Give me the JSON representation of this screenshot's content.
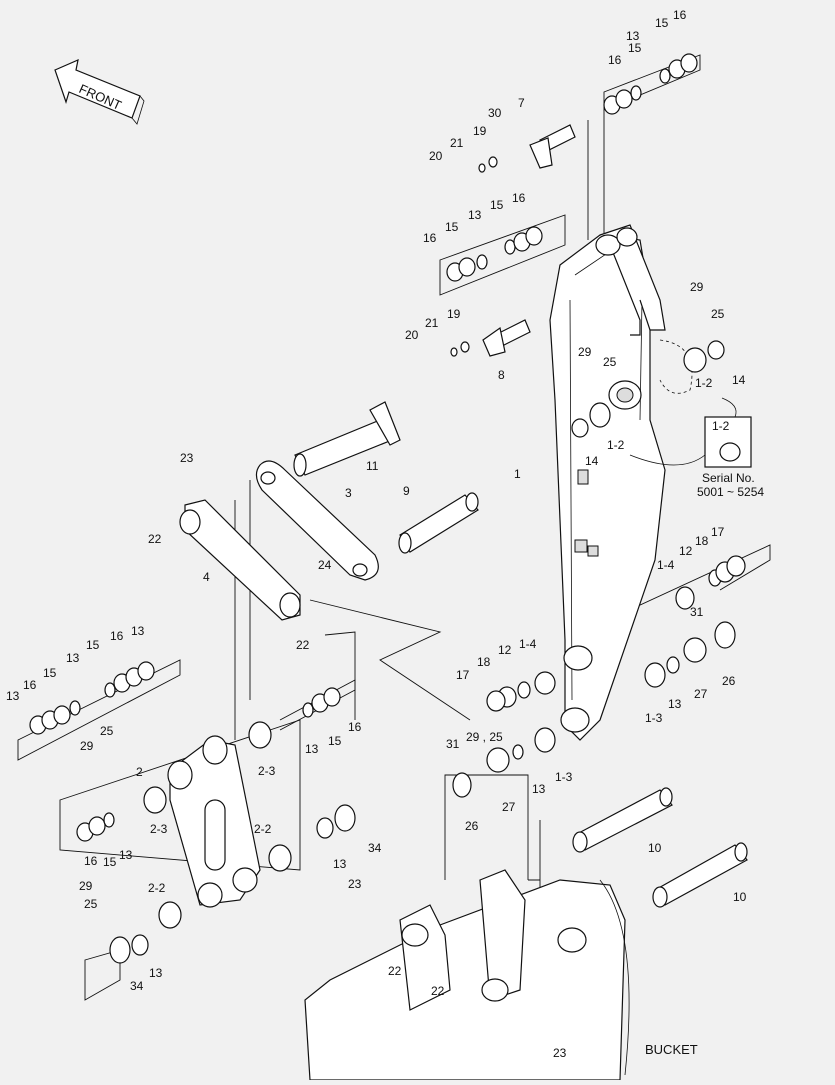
{
  "direction_label": "FRONT",
  "bucket_label": "BUCKET",
  "serial": {
    "part": "1-2",
    "title": "Serial No.",
    "range": "5001 ~ 5254"
  },
  "callouts": [
    {
      "id": "c16a",
      "text": "16"
    },
    {
      "id": "c15a",
      "text": "15"
    },
    {
      "id": "c13a",
      "text": "13"
    },
    {
      "id": "c15b",
      "text": "15"
    },
    {
      "id": "c16b",
      "text": "16"
    },
    {
      "id": "c30",
      "text": "30"
    },
    {
      "id": "c7",
      "text": "7"
    },
    {
      "id": "c21a",
      "text": "21"
    },
    {
      "id": "c19a",
      "text": "19"
    },
    {
      "id": "c20a",
      "text": "20"
    },
    {
      "id": "c16c",
      "text": "16"
    },
    {
      "id": "c15c",
      "text": "15"
    },
    {
      "id": "c13b",
      "text": "13"
    },
    {
      "id": "c15d",
      "text": "15"
    },
    {
      "id": "c16d",
      "text": "16"
    },
    {
      "id": "c29a",
      "text": "29"
    },
    {
      "id": "c25a",
      "text": "25"
    },
    {
      "id": "c21b",
      "text": "21"
    },
    {
      "id": "c19b",
      "text": "19"
    },
    {
      "id": "c20b",
      "text": "20"
    },
    {
      "id": "c8",
      "text": "8"
    },
    {
      "id": "c29b",
      "text": "29"
    },
    {
      "id": "c25b",
      "text": "25"
    },
    {
      "id": "c12a",
      "text": "1-2"
    },
    {
      "id": "c14a",
      "text": "14"
    },
    {
      "id": "c12b",
      "text": "1-2"
    },
    {
      "id": "c14b",
      "text": "14"
    },
    {
      "id": "c11",
      "text": "11"
    },
    {
      "id": "c23a",
      "text": "23"
    },
    {
      "id": "c1",
      "text": "1"
    },
    {
      "id": "c3",
      "text": "3"
    },
    {
      "id": "c9",
      "text": "9"
    },
    {
      "id": "c22a",
      "text": "22"
    },
    {
      "id": "c4",
      "text": "4"
    },
    {
      "id": "c24",
      "text": "24"
    },
    {
      "id": "c22b",
      "text": "22"
    },
    {
      "id": "c17a",
      "text": "17"
    },
    {
      "id": "c18a",
      "text": "18"
    },
    {
      "id": "c12c",
      "text": "12"
    },
    {
      "id": "c14c",
      "text": "1-4"
    },
    {
      "id": "c31a",
      "text": "31"
    },
    {
      "id": "c26a",
      "text": "26"
    },
    {
      "id": "c27a",
      "text": "27"
    },
    {
      "id": "c13c",
      "text": "13"
    },
    {
      "id": "c13d",
      "text": "1-3"
    },
    {
      "id": "c13e",
      "text": "13"
    },
    {
      "id": "c16e",
      "text": "16"
    },
    {
      "id": "c15e",
      "text": "15"
    },
    {
      "id": "c16f",
      "text": "16"
    },
    {
      "id": "c13f",
      "text": "13"
    },
    {
      "id": "c15f",
      "text": "15"
    },
    {
      "id": "c13g",
      "text": "13"
    },
    {
      "id": "c18b",
      "text": "18"
    },
    {
      "id": "c12d",
      "text": "12"
    },
    {
      "id": "c14d",
      "text": "1-4"
    },
    {
      "id": "c17b",
      "text": "17"
    },
    {
      "id": "c16g",
      "text": "16"
    },
    {
      "id": "c15g",
      "text": "15"
    },
    {
      "id": "c13h",
      "text": "13"
    },
    {
      "id": "c25c",
      "text": "25"
    },
    {
      "id": "c29c",
      "text": "29"
    },
    {
      "id": "c2",
      "text": "2"
    },
    {
      "id": "c23b",
      "text": "2-3"
    },
    {
      "id": "c31b",
      "text": "31"
    },
    {
      "id": "c2925",
      "text": "29 , 25"
    },
    {
      "id": "c13i",
      "text": "13"
    },
    {
      "id": "c13j",
      "text": "1-3"
    },
    {
      "id": "c27b",
      "text": "27"
    },
    {
      "id": "c23c",
      "text": "2-3"
    },
    {
      "id": "c16h",
      "text": "16"
    },
    {
      "id": "c15h",
      "text": "15"
    },
    {
      "id": "c13k",
      "text": "13"
    },
    {
      "id": "c26b",
      "text": "26"
    },
    {
      "id": "c22c",
      "text": "2-2"
    },
    {
      "id": "c10a",
      "text": "10"
    },
    {
      "id": "c34a",
      "text": "34"
    },
    {
      "id": "c13l",
      "text": "13"
    },
    {
      "id": "c29d",
      "text": "29"
    },
    {
      "id": "c25d",
      "text": "25"
    },
    {
      "id": "c23d",
      "text": "23"
    },
    {
      "id": "c22d",
      "text": "2-2"
    },
    {
      "id": "c10b",
      "text": "10"
    },
    {
      "id": "c22e",
      "text": "22"
    },
    {
      "id": "c22f",
      "text": "22"
    },
    {
      "id": "c34b",
      "text": "34"
    },
    {
      "id": "c13m",
      "text": "13"
    },
    {
      "id": "c23e",
      "text": "23"
    }
  ]
}
